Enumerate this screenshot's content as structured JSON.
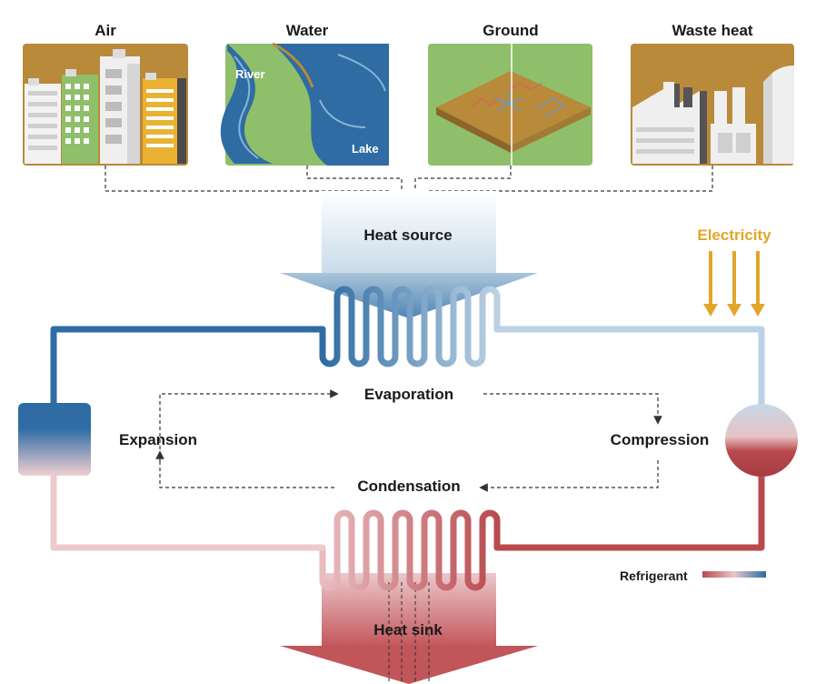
{
  "sources": {
    "air": "Air",
    "water": "Water",
    "ground": "Ground",
    "waste_heat": "Waste heat"
  },
  "water_panel": {
    "river": "River",
    "lake": "Lake"
  },
  "labels": {
    "heat_source": "Heat source",
    "heat_sink": "Heat sink",
    "electricity": "Electricity",
    "evaporation": "Evaporation",
    "condensation": "Condensation",
    "expansion": "Expansion",
    "compression": "Compression",
    "refrigerant": "Refrigerant"
  },
  "colors": {
    "cold": "#2e6ca3",
    "warm": "#b84a4e",
    "light_blue": "#b9d0e2",
    "light_red": "#e8bcc0",
    "electricity": "#e3a62a",
    "panel_brown": "#b88a3a",
    "panel_green": "#8fbf6a"
  }
}
